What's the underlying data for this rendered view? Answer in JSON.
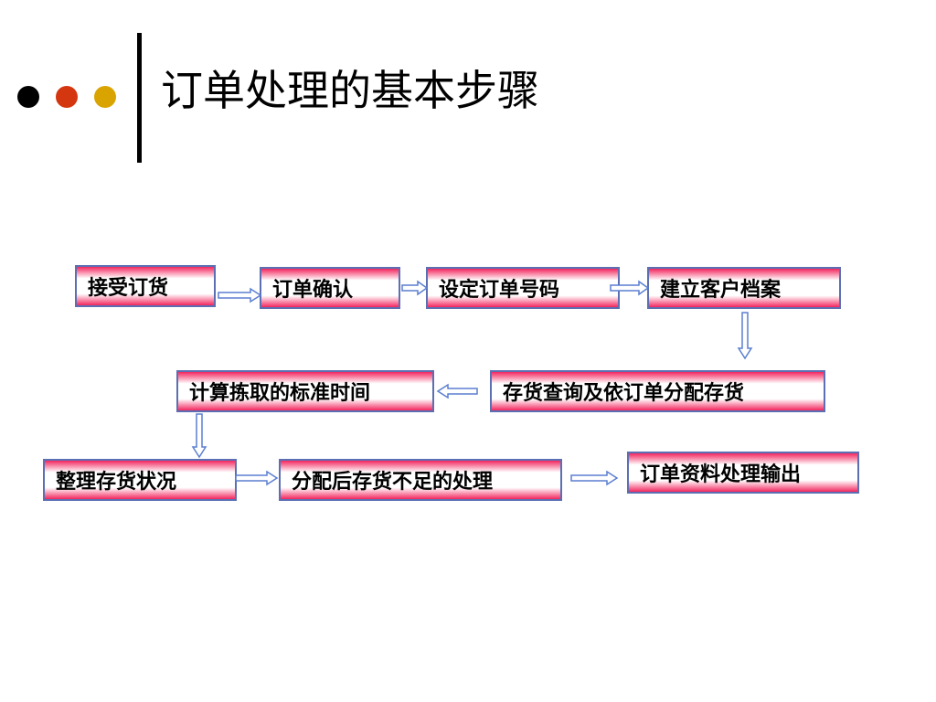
{
  "title": "订单处理的基本步骤",
  "colors": {
    "dot1": "#000000",
    "dot2": "#d4360f",
    "dot3": "#d9a400",
    "box_border": "#5b6fb2",
    "box_gradient_edge": "#f2275f",
    "box_gradient_mid": "#ffffff",
    "arrow_stroke": "#5b7fd0",
    "arrow_fill": "#ffffff"
  },
  "steps": [
    {
      "id": "receive",
      "label": "接受订货"
    },
    {
      "id": "confirm",
      "label": "订单确认"
    },
    {
      "id": "number",
      "label": "设定订单号码"
    },
    {
      "id": "profile",
      "label": "建立客户档案"
    },
    {
      "id": "allocate",
      "label": "存货查询及依订单分配存货"
    },
    {
      "id": "picktime",
      "label": "计算拣取的标准时间"
    },
    {
      "id": "status",
      "label": "整理存货状况"
    },
    {
      "id": "shortage",
      "label": "分配后存货不足的处理"
    },
    {
      "id": "output",
      "label": "订单资料处理输出"
    }
  ],
  "flow": [
    {
      "from": "receive",
      "to": "confirm"
    },
    {
      "from": "confirm",
      "to": "number"
    },
    {
      "from": "number",
      "to": "profile"
    },
    {
      "from": "profile",
      "to": "allocate"
    },
    {
      "from": "allocate",
      "to": "picktime"
    },
    {
      "from": "picktime",
      "to": "status"
    },
    {
      "from": "status",
      "to": "shortage"
    },
    {
      "from": "shortage",
      "to": "output"
    }
  ]
}
